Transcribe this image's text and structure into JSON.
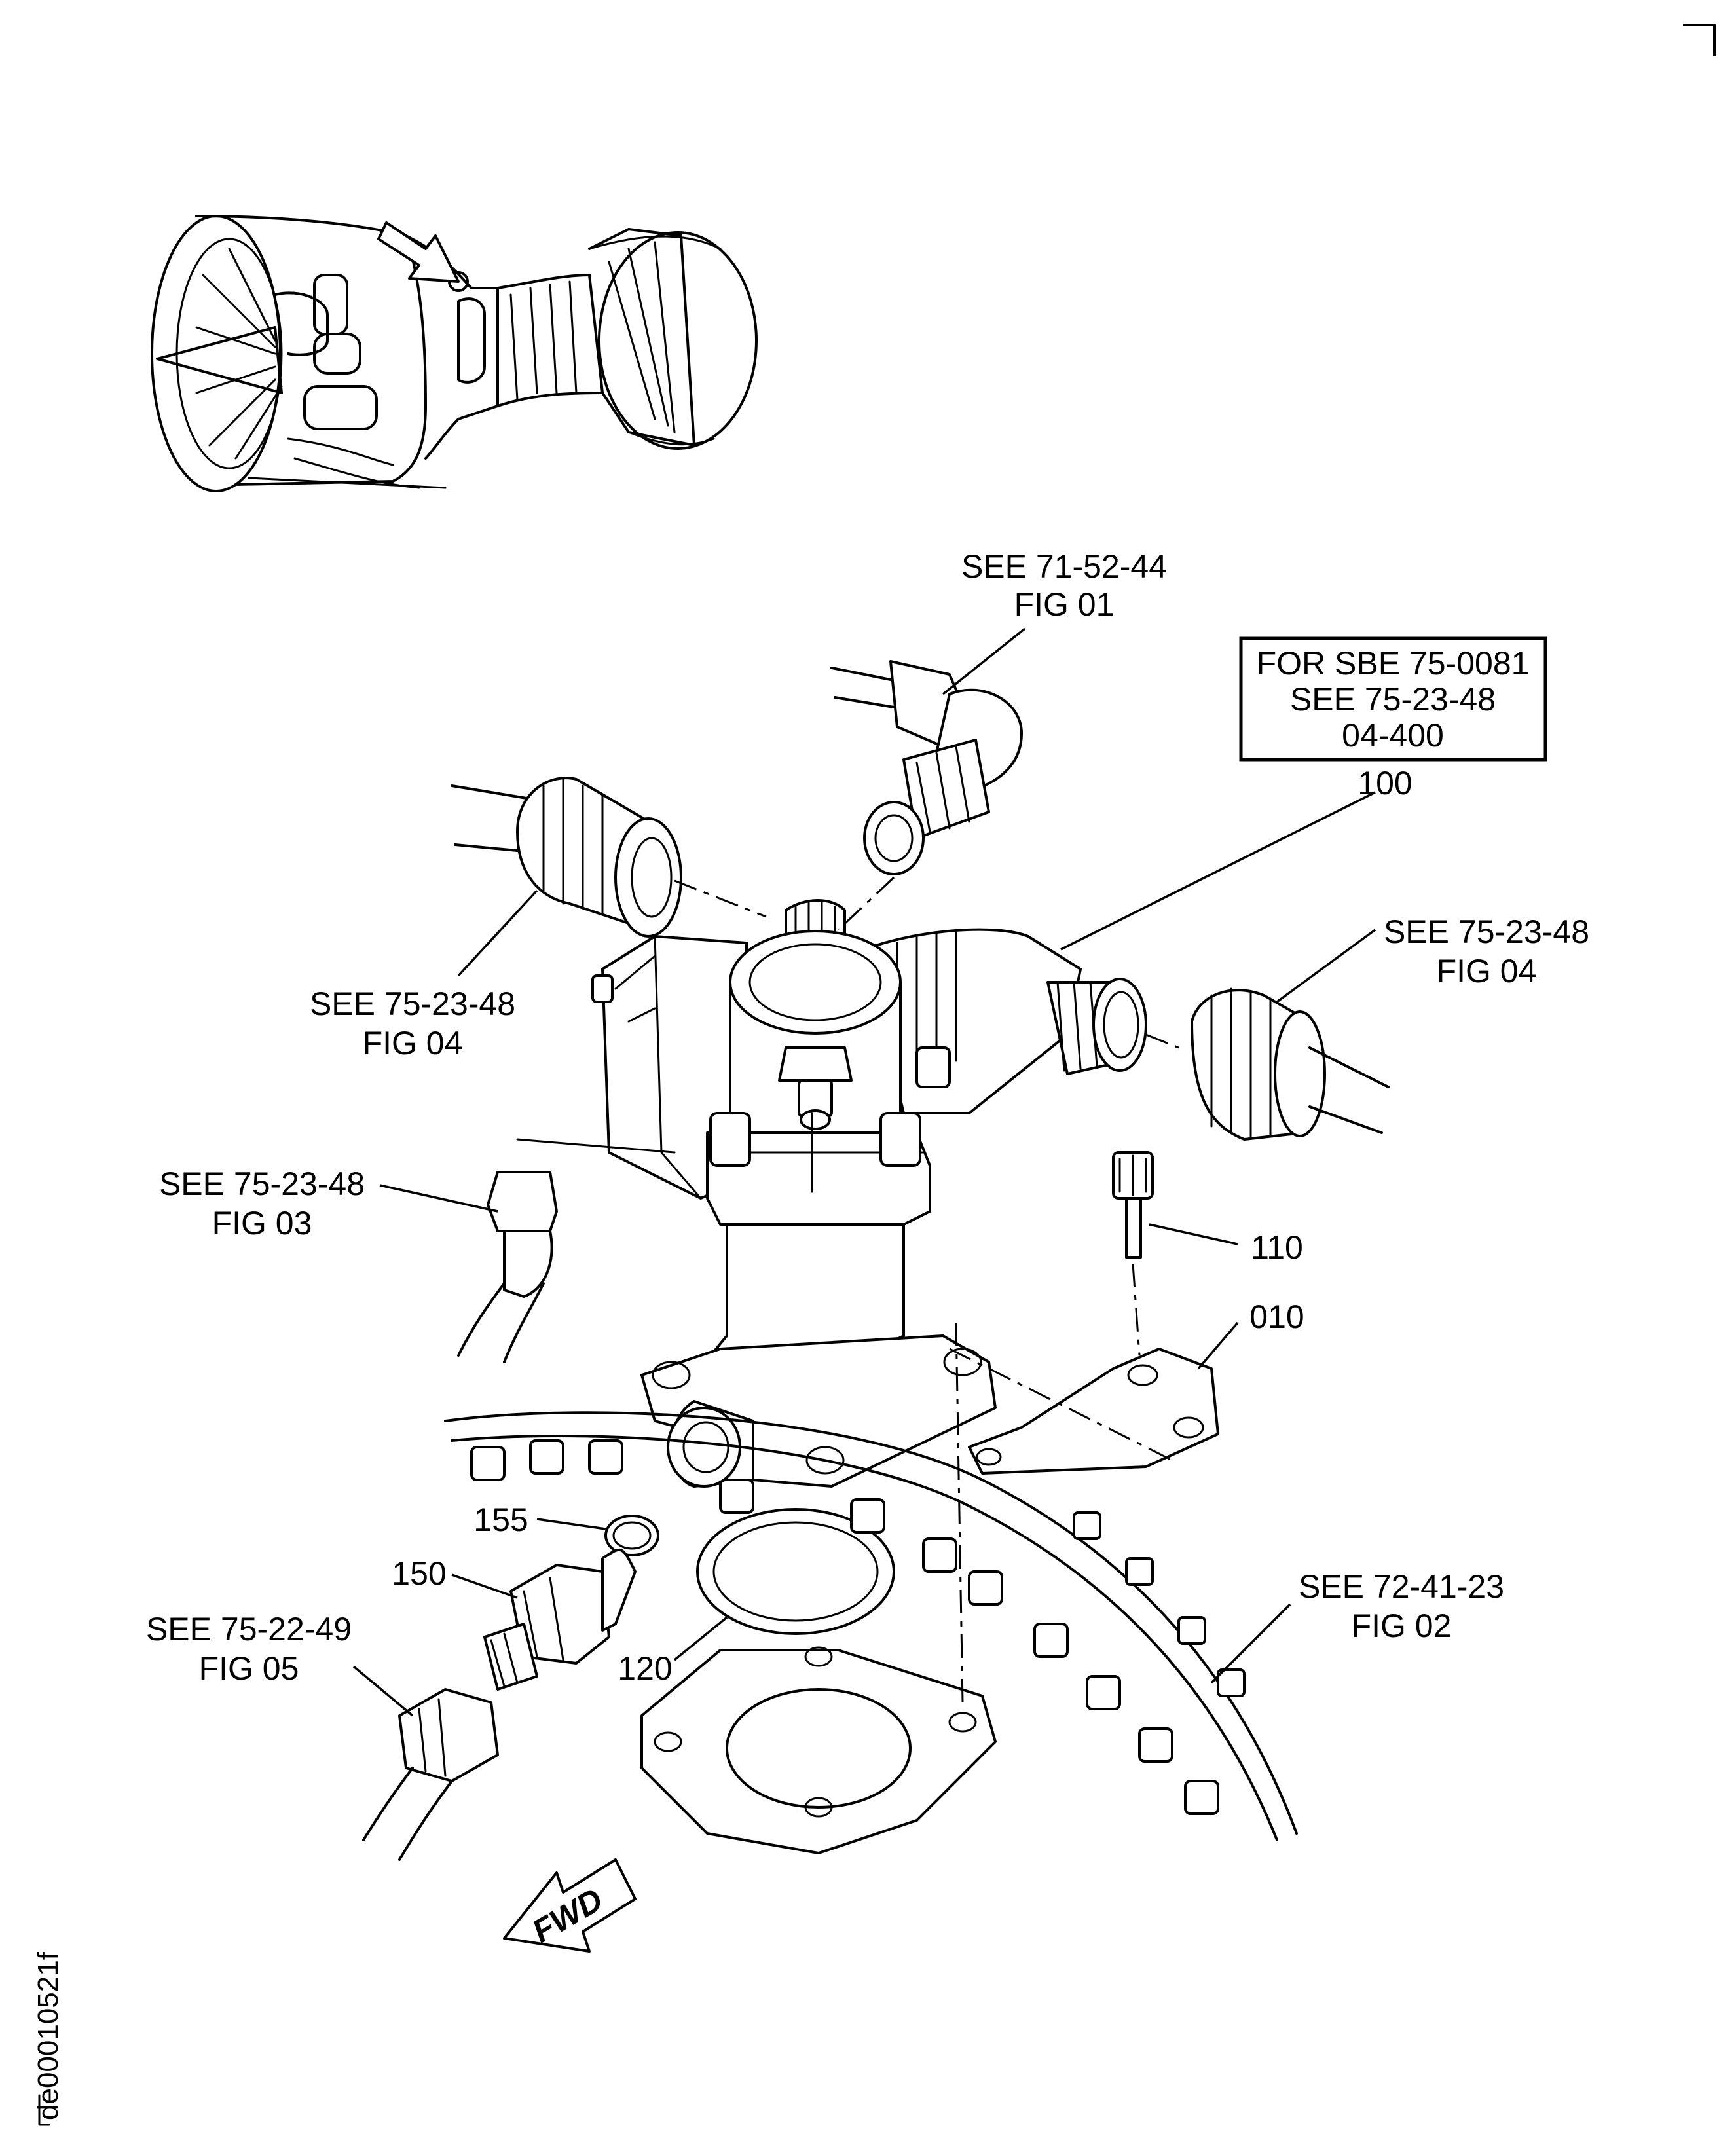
{
  "figure_id": "de00010521f",
  "direction_arrow": "FWD",
  "note_box": [
    "FOR SBE 75-0081",
    "SEE 75-23-48",
    "04-400"
  ],
  "references": [
    {
      "name": "ref-71-52-44",
      "see": "SEE 71-52-44",
      "fig": "FIG 01"
    },
    {
      "name": "ref-75-23-48-upper-left",
      "see": "SEE 75-23-48",
      "fig": "FIG 04"
    },
    {
      "name": "ref-75-23-48-right",
      "see": "SEE 75-23-48",
      "fig": "FIG 04"
    },
    {
      "name": "ref-75-23-48-fig03",
      "see": "SEE 75-23-48",
      "fig": "FIG 03"
    },
    {
      "name": "ref-75-22-49",
      "see": "SEE 75-22-49",
      "fig": "FIG 05"
    },
    {
      "name": "ref-72-41-23",
      "see": "SEE 72-41-23",
      "fig": "FIG 02"
    }
  ],
  "item_numbers": [
    "100",
    "110",
    "010",
    "155",
    "150",
    "120"
  ],
  "icons": [
    "engine-overview-icon",
    "location-arrow-icon",
    "fwd-arrow-icon"
  ]
}
